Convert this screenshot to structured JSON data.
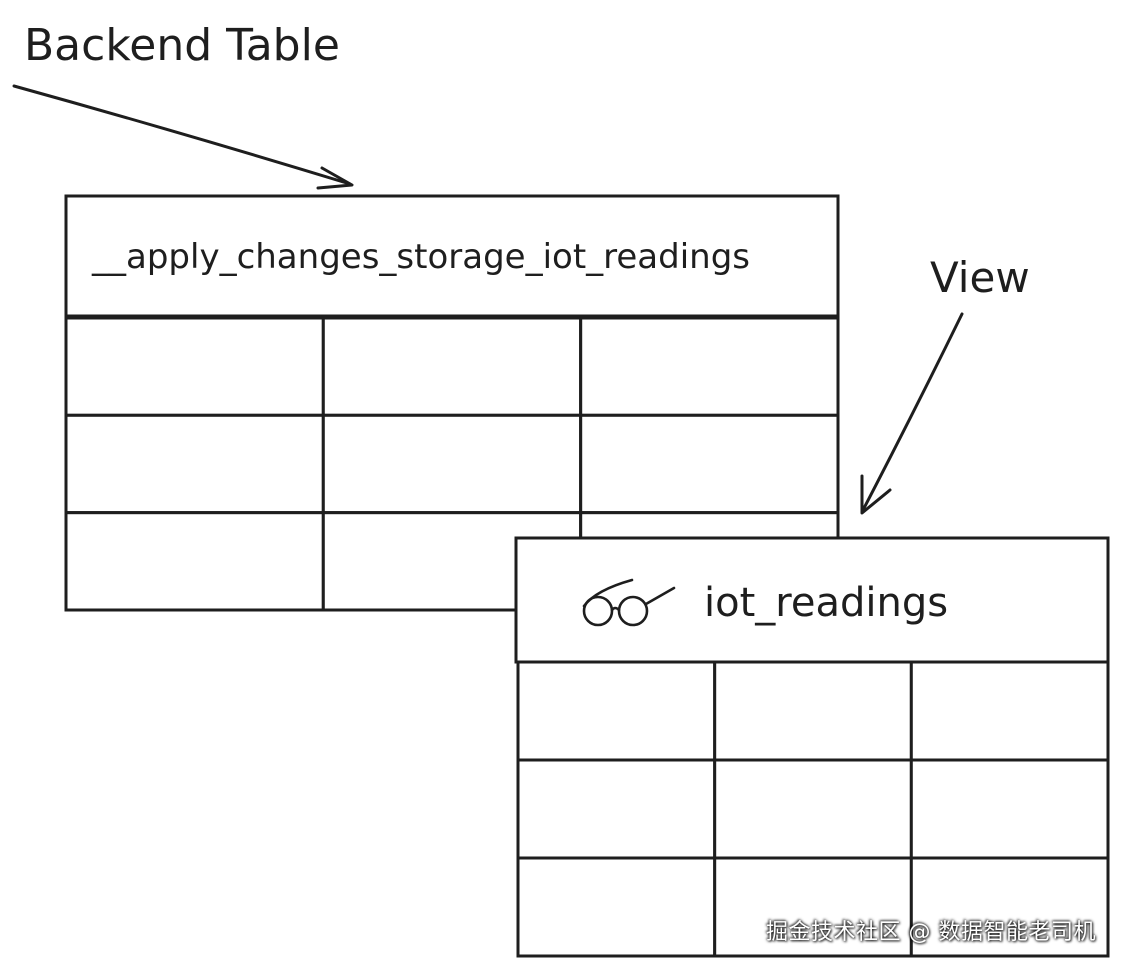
{
  "labels": {
    "backend_label": "Backend Table",
    "view_label": "View"
  },
  "backend_table": {
    "name": "__apply_changes_storage_iot_readings",
    "rows": 3,
    "columns": 3
  },
  "view_table": {
    "name": "iot_readings",
    "icon": "glasses-icon",
    "rows": 3,
    "columns": 3
  },
  "watermark": "掘金技术社区 @ 数据智能老司机",
  "colors": {
    "stroke": "#1e1e1e",
    "fill": "#ffffff"
  }
}
